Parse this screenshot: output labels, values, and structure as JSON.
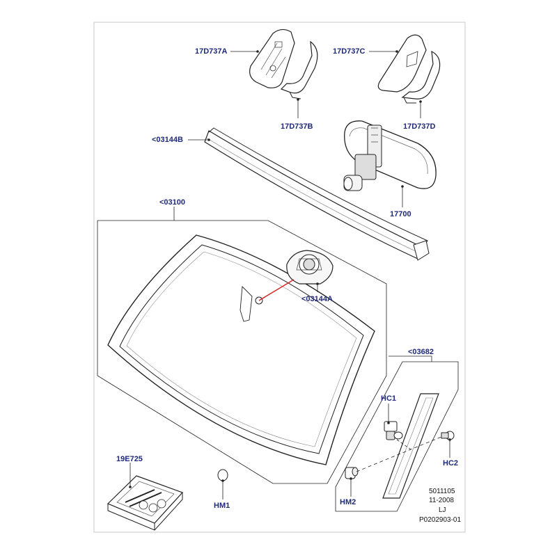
{
  "colors": {
    "callout_text": "#1f2a7a",
    "line": "#222222",
    "frame": "#c9c9c9",
    "adhesive_marker": "#d42020"
  },
  "callouts": {
    "mirror_cover_a": "17D737A",
    "mirror_cover_b": "17D737B",
    "mirror_cover_c": "17D737C",
    "mirror_cover_d": "17D737D",
    "reveal_molding": "<03144B",
    "windshield": "<03100",
    "mirror_bracket": "<03144A",
    "rear_view_mirror": "17700",
    "cowl_trim_kit": "<03682",
    "clip_hc1": "HC1",
    "clip_hc2": "HC2",
    "fastener_hm1": "HM1",
    "fastener_hm2": "HM2",
    "adhesive_kit": "19E725"
  },
  "footer": {
    "line1": "5011105",
    "line2": "11-2008",
    "line3": "LJ",
    "line4": "P0202903-01"
  }
}
